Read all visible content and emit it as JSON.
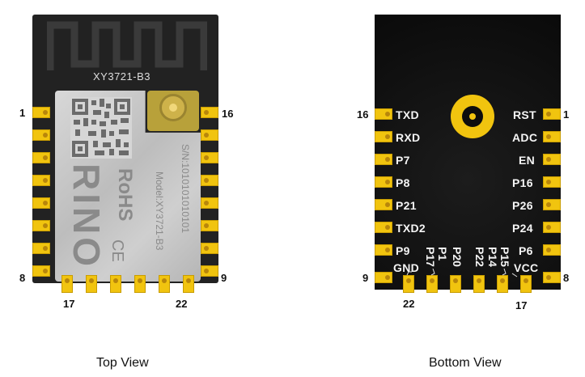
{
  "top_view": {
    "caption": "Top View",
    "model": "XY3721-B3",
    "shield_brand": "RINO",
    "shield_rohs": "RoHS",
    "shield_ce": "CE",
    "shield_model": "Model:XY3721-B3",
    "shield_sn": "S/N:1010101010101",
    "pin_numbers": {
      "p1": "1",
      "p8": "8",
      "p9": "9",
      "p16": "16",
      "p17": "17",
      "p22": "22"
    }
  },
  "bottom_view": {
    "caption": "Bottom View",
    "left_labels": [
      "TXD",
      "RXD",
      "P7",
      "P8",
      "P21",
      "TXD2",
      "P9"
    ],
    "right_labels": [
      "RST",
      "ADC",
      "EN",
      "P16",
      "P26",
      "P24",
      "P6"
    ],
    "bottom_rotated_labels": [
      "P17",
      "P1",
      "P20",
      "P22",
      "P14",
      "P15"
    ],
    "gnd_label": "GND",
    "vcc_label": "VCC",
    "pin_numbers": {
      "p16": "16",
      "p1": "1",
      "p9": "9",
      "p8": "8",
      "p22": "22",
      "p17": "17"
    }
  },
  "colors": {
    "pad": "#f1c40f",
    "board": "#222222",
    "shield": "#c8c8c8"
  }
}
